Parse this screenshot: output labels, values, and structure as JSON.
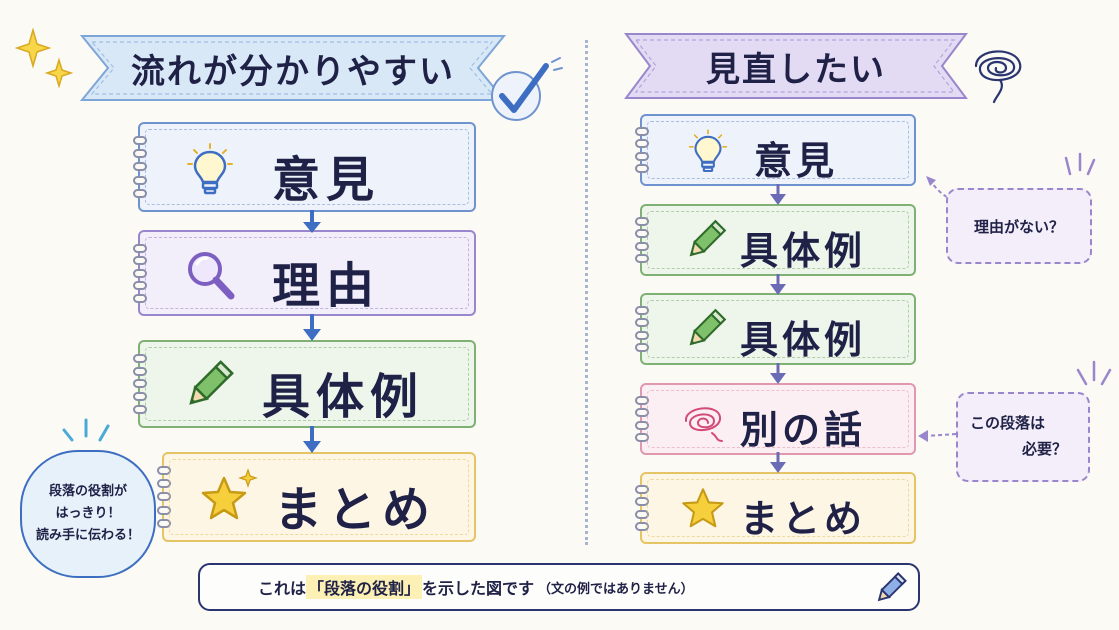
{
  "left": {
    "title": "流れが分かりやすい",
    "cards": [
      {
        "label": "意見",
        "icon": "lightbulb-icon"
      },
      {
        "label": "理由",
        "icon": "magnifier-icon"
      },
      {
        "label": "具体例",
        "icon": "pencil-icon"
      },
      {
        "label": "まとめ",
        "icon": "star-icon"
      }
    ],
    "note": [
      "段落の役割が",
      "はっきり！",
      "読み手に伝わる！"
    ]
  },
  "right": {
    "title": "見直したい",
    "cards": [
      {
        "label": "意見",
        "icon": "lightbulb-icon"
      },
      {
        "label": "具体例",
        "icon": "pencil-icon"
      },
      {
        "label": "具体例",
        "icon": "pencil-icon"
      },
      {
        "label": "別の話",
        "icon": "scribble-icon"
      },
      {
        "label": "まとめ",
        "icon": "star-icon"
      }
    ],
    "bubble1": "理由がない？",
    "bubble2": [
      "この段落は",
      "必要？"
    ]
  },
  "footer": {
    "pre": "これは",
    "highlight": "「段落の役割」",
    "post": "を示した図です",
    "small": "（文の例ではありません）"
  },
  "colors": {
    "ink": "#1f2147",
    "blue": "#6f93cf",
    "purple": "#9a86cc",
    "green": "#7fb174",
    "yellow": "#e5c466",
    "pink": "#df98b0"
  }
}
